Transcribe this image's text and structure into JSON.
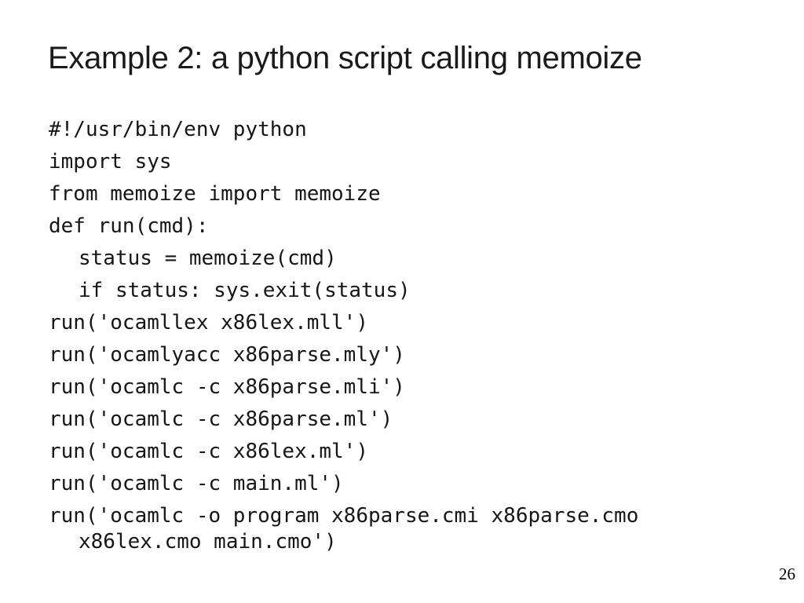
{
  "slide": {
    "title": "Example 2: a python script calling memoize",
    "page_number": "26",
    "colors": {
      "background": "#ffffff",
      "title_text": "#1a1a1a",
      "code_text": "#161616",
      "page_number_text": "#000000"
    },
    "code": {
      "paragraphs": [
        {
          "lines": [
            {
              "indent": 0,
              "text": "#!/usr/bin/env python"
            }
          ]
        },
        {
          "lines": [
            {
              "indent": 0,
              "text": "import sys"
            }
          ]
        },
        {
          "lines": [
            {
              "indent": 0,
              "text": "from memoize import memoize"
            }
          ]
        },
        {
          "lines": [
            {
              "indent": 0,
              "text": "def run(cmd):"
            }
          ]
        },
        {
          "lines": [
            {
              "indent": 1,
              "text": "status = memoize(cmd)"
            }
          ]
        },
        {
          "lines": [
            {
              "indent": 1,
              "text": "if status: sys.exit(status)"
            }
          ]
        },
        {
          "lines": [
            {
              "indent": 0,
              "text": "run('ocamllex x86lex.mll')"
            }
          ]
        },
        {
          "lines": [
            {
              "indent": 0,
              "text": "run('ocamlyacc x86parse.mly')"
            }
          ]
        },
        {
          "lines": [
            {
              "indent": 0,
              "text": "run('ocamlc -c x86parse.mli')"
            }
          ]
        },
        {
          "lines": [
            {
              "indent": 0,
              "text": "run('ocamlc -c x86parse.ml')"
            }
          ]
        },
        {
          "lines": [
            {
              "indent": 0,
              "text": "run('ocamlc -c x86lex.ml')"
            }
          ]
        },
        {
          "lines": [
            {
              "indent": 0,
              "text": "run('ocamlc -c main.ml')"
            }
          ]
        },
        {
          "lines": [
            {
              "indent": 0,
              "text": "run('ocamlc -o program x86parse.cmi x86parse.cmo"
            },
            {
              "indent": 1,
              "text": "x86lex.cmo main.cmo')"
            }
          ]
        }
      ]
    }
  }
}
